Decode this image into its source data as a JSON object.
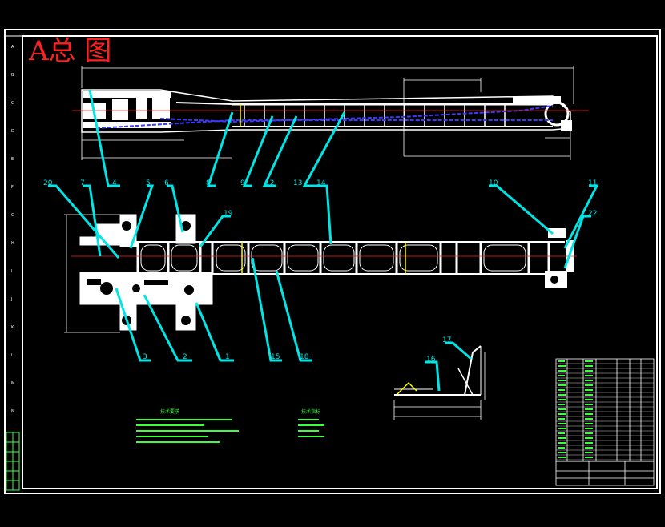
{
  "title": "A总 图",
  "callouts": [
    "20",
    "7",
    "5",
    "6",
    "19",
    "14",
    "10",
    "11",
    "22",
    "4",
    "8",
    "9",
    "12",
    "13",
    "3",
    "2",
    "1",
    "15",
    "18",
    "16",
    "17"
  ],
  "tech_requirements_title": "技术要求",
  "tech_spec_title": "技术指标",
  "colors": {
    "background": "#000000",
    "linework": "#ffffff",
    "chain": "#3a3aff",
    "leader": "#00e5e5",
    "title": "#ff2020",
    "notes": "#3cff3c",
    "centerline": "#ff2020",
    "marker": "#ffff00"
  }
}
